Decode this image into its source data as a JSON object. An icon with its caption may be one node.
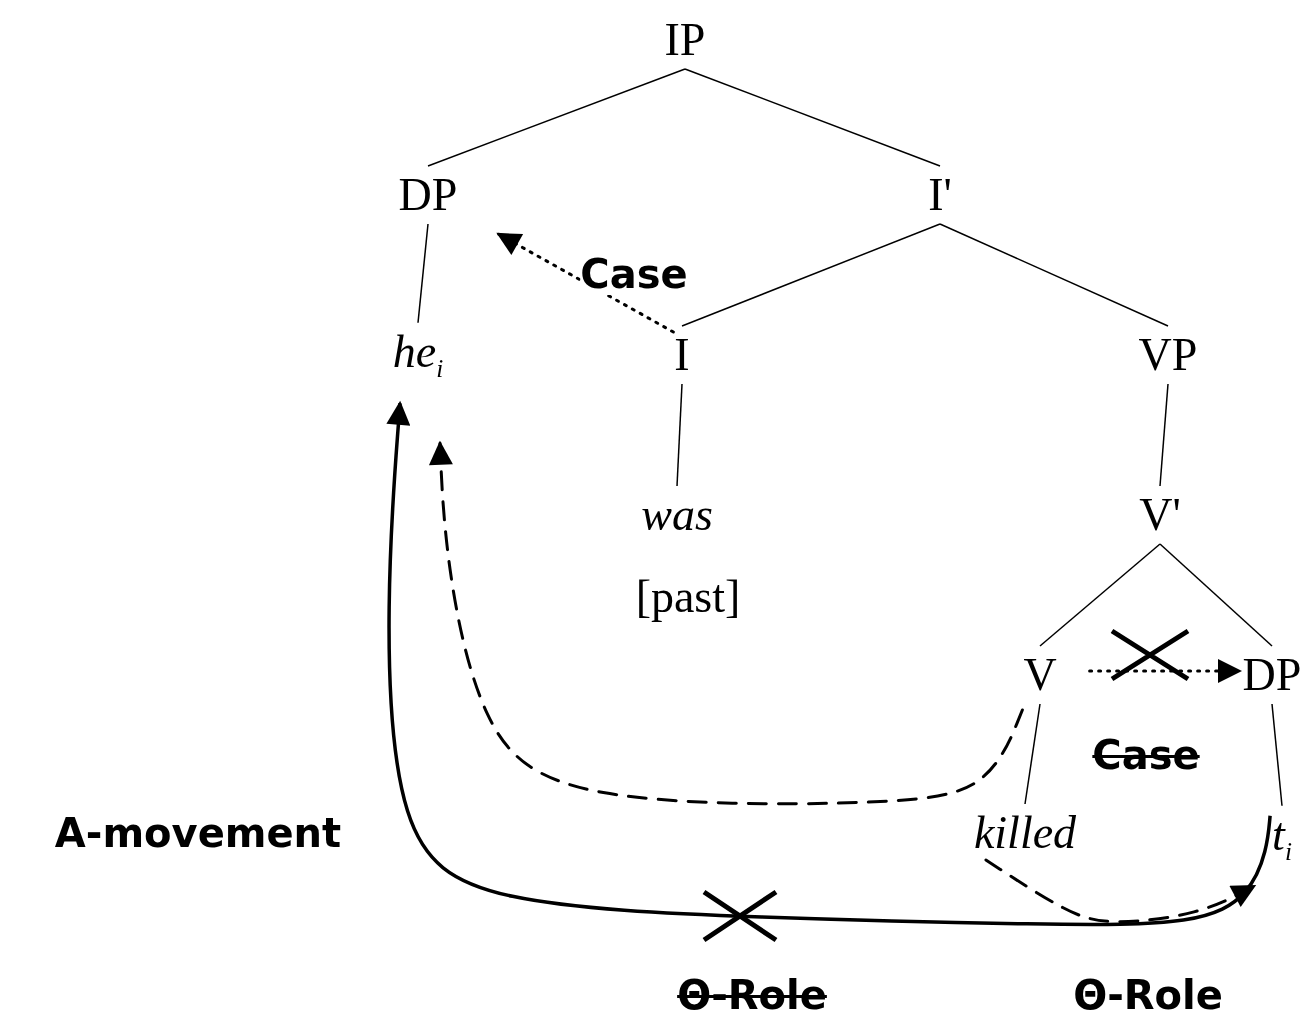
{
  "diagram": {
    "nodes": [
      {
        "text": [
          "IP"
        ]
      },
      {
        "text": [
          "DP"
        ]
      },
      {
        "text": [
          "I'"
        ]
      },
      {
        "text": [
          "he$_{i}$"
        ]
      },
      {
        "text": [
          "I"
        ]
      },
      {
        "text": [
          "VP"
        ]
      },
      {
        "text": [
          "was"
        ]
      },
      {
        "text": [
          "[past]"
        ]
      },
      {
        "text": [
          "V'"
        ]
      },
      {
        "text": [
          "V"
        ]
      },
      {
        "text": [
          "DP"
        ]
      },
      {
        "text": [
          "killed"
        ]
      },
      {
        "text": [
          "t$_{i}$"
        ]
      }
    ],
    "edges": [
      {
        "from": 0,
        "to": 1,
        "arrow": "none"
      },
      {
        "from": 0,
        "to": 2,
        "arrow": "none"
      },
      {
        "from": 1,
        "to": 3,
        "arrow": "none"
      },
      {
        "from": 2,
        "to": 4,
        "arrow": "none"
      },
      {
        "from": 2,
        "to": 5,
        "arrow": "none"
      },
      {
        "from": 4,
        "to": 6,
        "arrow": "none"
      },
      {
        "from": 5,
        "to": 8,
        "arrow": "none"
      },
      {
        "from": 8,
        "to": 9,
        "arrow": "none"
      },
      {
        "from": 8,
        "to": 10,
        "arrow": "none"
      },
      {
        "from": 9,
        "to": 11,
        "arrow": "none"
      },
      {
        "from": 10,
        "to": 12,
        "arrow": "none"
      },
      {
        "from": 4,
        "to": 1,
        "arrow": "to",
        "style": "dashed"
      },
      {
        "from": 9,
        "to": 10,
        "arrow": "to",
        "style": "dashed"
      },
      {
        "from": 9,
        "to": 3,
        "arrow": "to",
        "style": "dashed"
      },
      {
        "from": 11,
        "to": 12,
        "arrow": "to",
        "style": "dashed"
      },
      {
        "from": 12,
        "to": 3,
        "arrow": "to",
        "style": "thick"
      }
    ],
    "labels": [
      "Case",
      "Case",
      "A-movement",
      "Θ-Role",
      "Θ-Role"
    ]
  }
}
